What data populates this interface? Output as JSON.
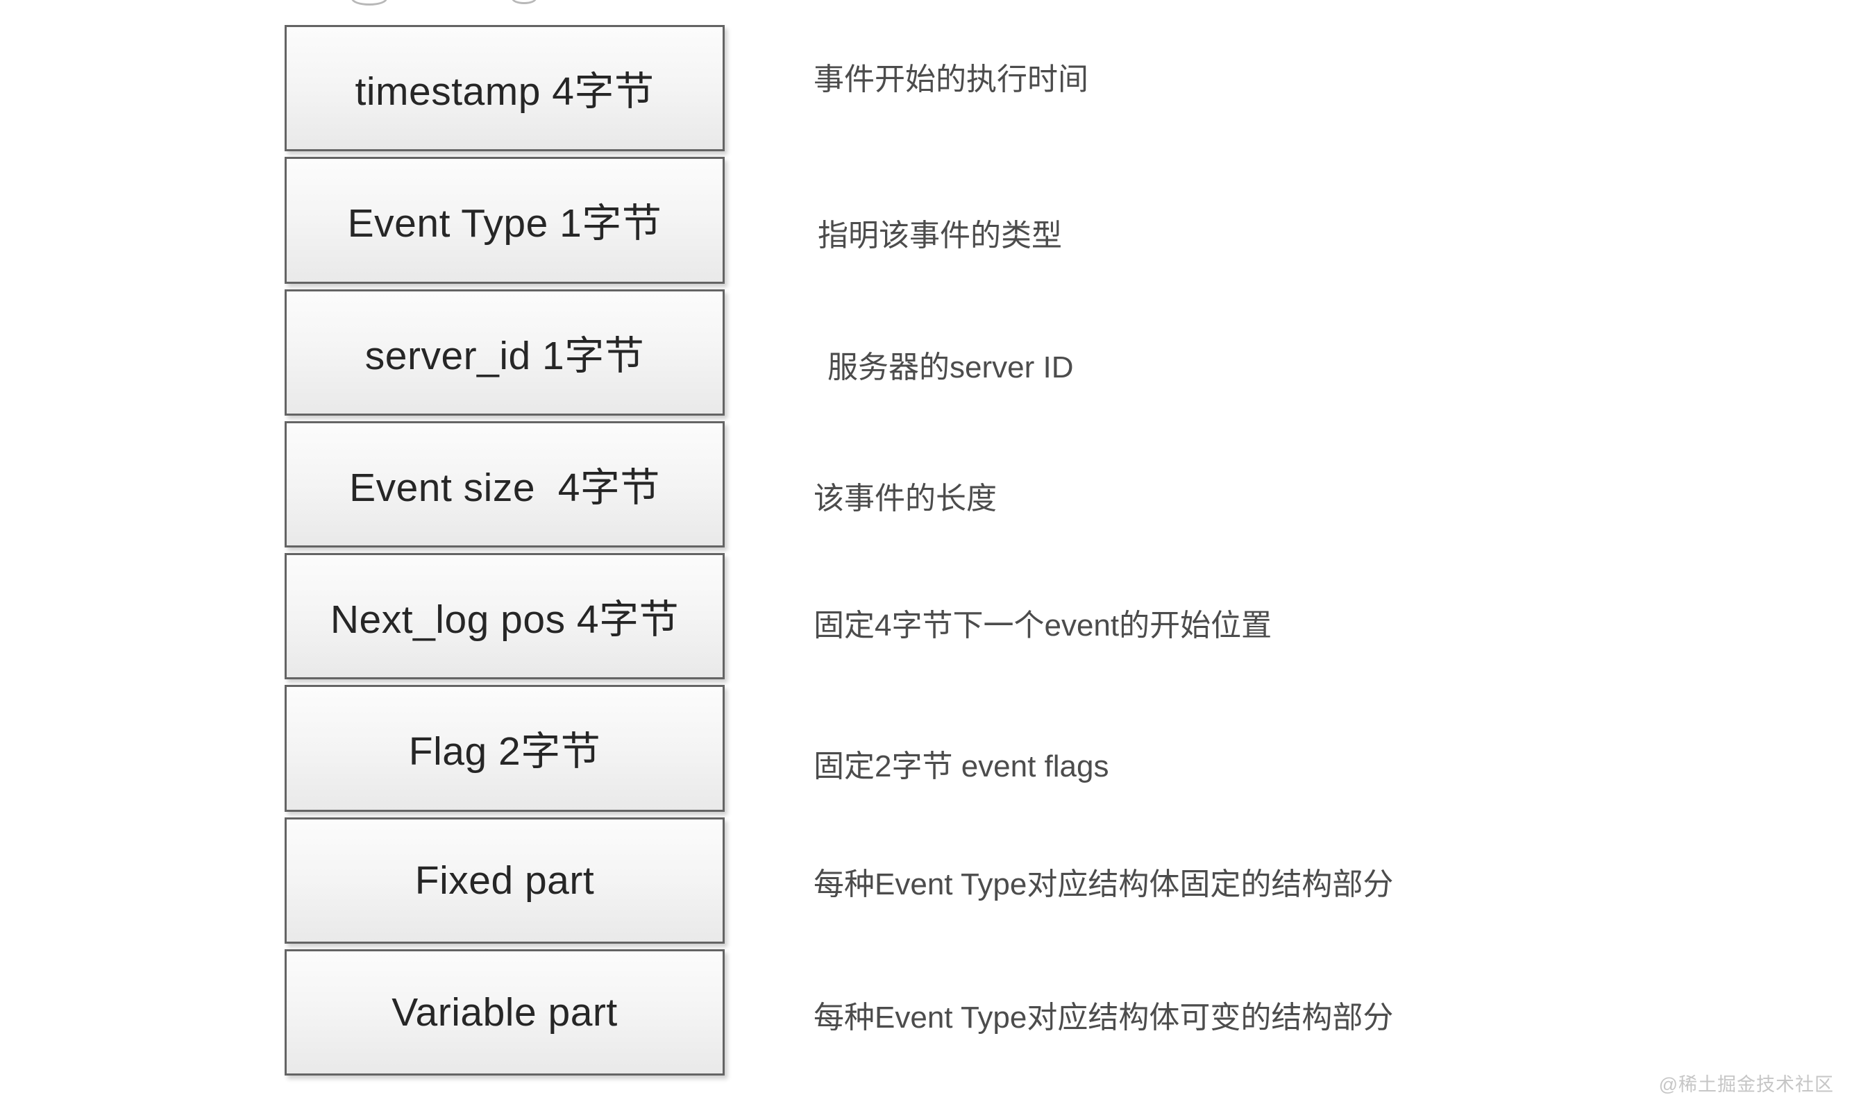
{
  "page": {
    "background": "#ffffff",
    "watermark": "@稀土掘金技术社区"
  },
  "diagram": {
    "type": "binlog-event-structure",
    "rows": [
      {
        "box_label": "timestamp 4字节",
        "description": "事件开始的执行时间"
      },
      {
        "box_label": "Event Type 1字节",
        "description": "指明该事件的类型"
      },
      {
        "box_label": "server_id 1字节",
        "description": "服务器的server ID"
      },
      {
        "box_label": "Event size  4字节",
        "description": "该事件的长度"
      },
      {
        "box_label": "Next_log pos 4字节",
        "description": "固定4字节下一个event的开始位置"
      },
      {
        "box_label": "Flag 2字节",
        "description": "固定2字节 event flags"
      },
      {
        "box_label": "Fixed part",
        "description": "每种Event Type对应结构体固定的结构部分"
      },
      {
        "box_label": "Variable part",
        "description": "每种Event Type对应结构体可变的结构部分"
      }
    ],
    "colors": {
      "box_border": "#646464",
      "box_fill_top": "#fcfcfc",
      "box_fill_bottom": "#e9e9e9",
      "box_text": "#262626",
      "description_text": "#4c4c4c",
      "watermark_text": "#c6c6c6"
    }
  }
}
